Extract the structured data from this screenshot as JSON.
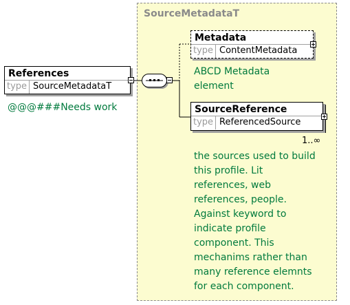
{
  "complex_type": {
    "title": "SourceMetadataT"
  },
  "root_element": {
    "name": "References",
    "type_key": "type",
    "type_value": "SourceMetadataT",
    "annotation": "@@@###Needs work"
  },
  "children": [
    {
      "name": "Metadata",
      "type_key": "type",
      "type_value": "ContentMetadata",
      "optional": true,
      "annotation_lines": [
        "ABCD Metadata",
        "element"
      ]
    },
    {
      "name": "SourceReference",
      "type_key": "type",
      "type_value": "ReferencedSource",
      "optional": false,
      "cardinality": "1..∞",
      "annotation_lines": [
        "the sources used to build",
        "this profile. Lit",
        "references, web",
        "references, people.",
        "Against keyword to",
        "indicate profile",
        "component. This",
        "mechanims rather than",
        "many reference elemnts",
        "for each component."
      ]
    }
  ],
  "compositor": "sequence",
  "colors": {
    "complex_type_fill": "#fcfcd0",
    "annotation_text": "#007a3d",
    "title_text": "#8a8a8a"
  }
}
